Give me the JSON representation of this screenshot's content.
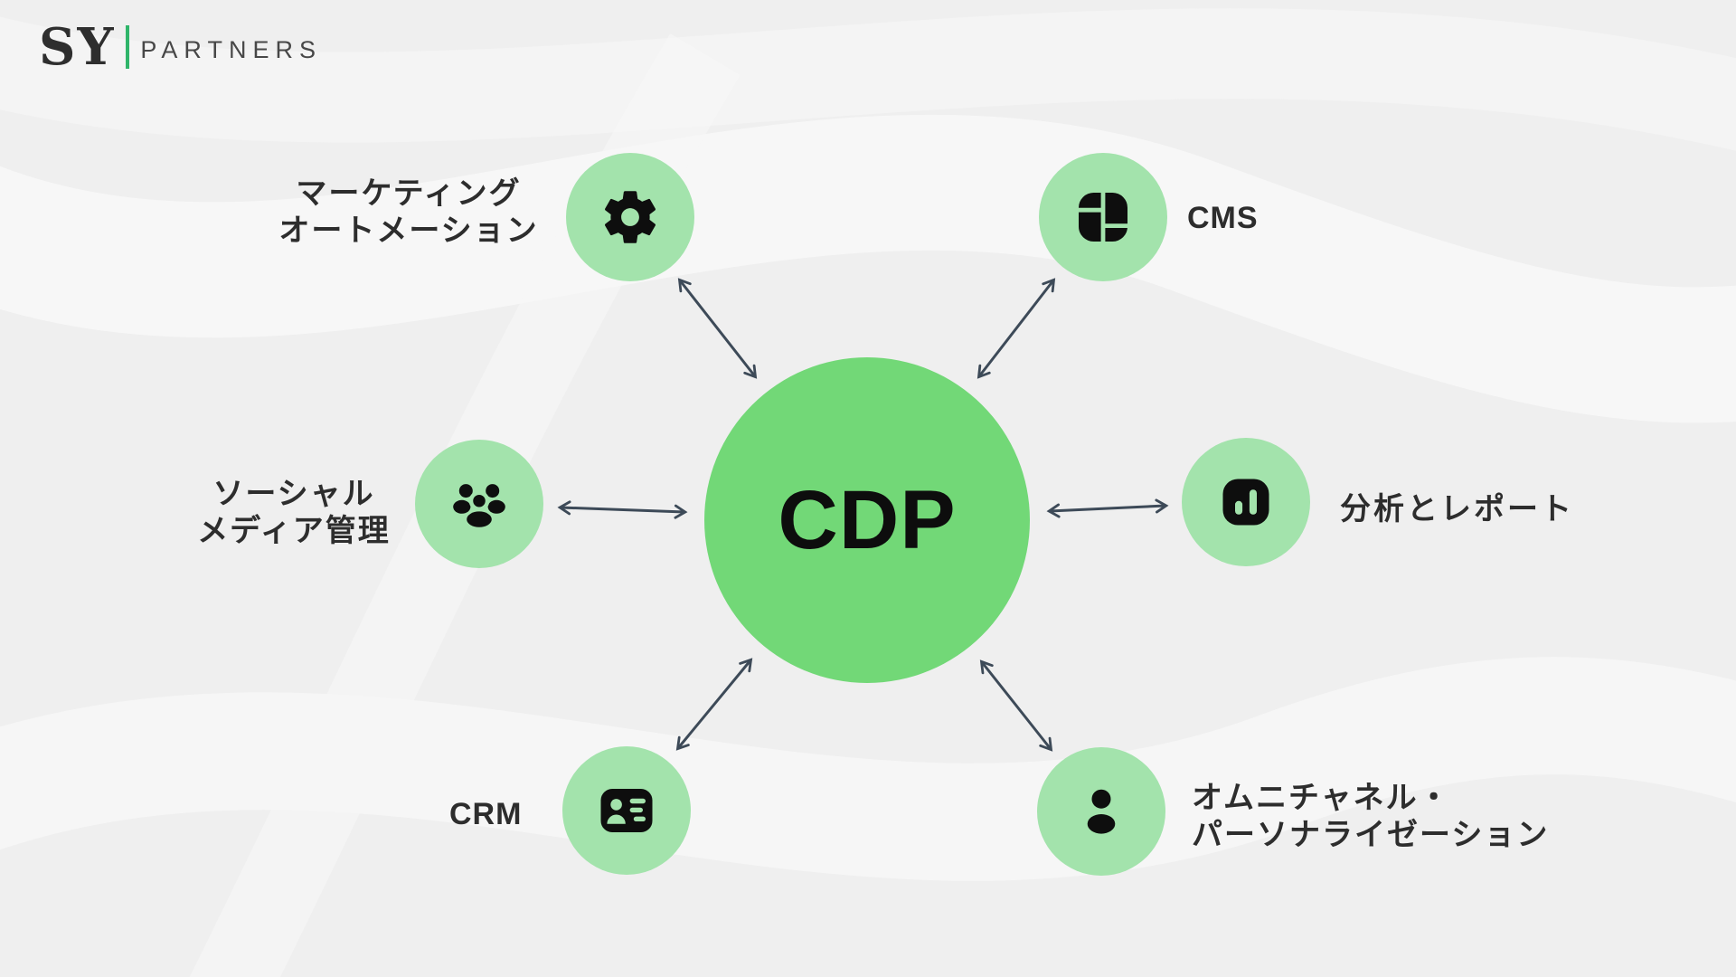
{
  "brand": {
    "initials": "SY",
    "name": "PARTNERS"
  },
  "hub": {
    "label": "CDP"
  },
  "nodes": [
    {
      "id": "marketing-automation",
      "icon": "gear-icon",
      "lines": [
        "マーケティング",
        "オートメーション"
      ]
    },
    {
      "id": "cms",
      "icon": "layout-grid-icon",
      "lines": [
        "CMS"
      ]
    },
    {
      "id": "social-media",
      "icon": "users-icon",
      "lines": [
        "ソーシャル",
        "メディア管理"
      ]
    },
    {
      "id": "analytics-reports",
      "icon": "bar-chart-icon",
      "lines": [
        "分析とレポート"
      ]
    },
    {
      "id": "crm",
      "icon": "contact-card-icon",
      "lines": [
        "CRM"
      ]
    },
    {
      "id": "omnichannel",
      "icon": "person-icon",
      "lines": [
        "オムニチャネル・",
        "パーソナライゼーション"
      ]
    }
  ],
  "colors": {
    "background": "#efefef",
    "hub_fill": "#72d877",
    "node_fill": "#a3e3ac",
    "icon": "#0e0e0e",
    "arrow": "#3d4a58",
    "label_text": "#2d2d2d",
    "brand_green": "#2fb56a"
  }
}
